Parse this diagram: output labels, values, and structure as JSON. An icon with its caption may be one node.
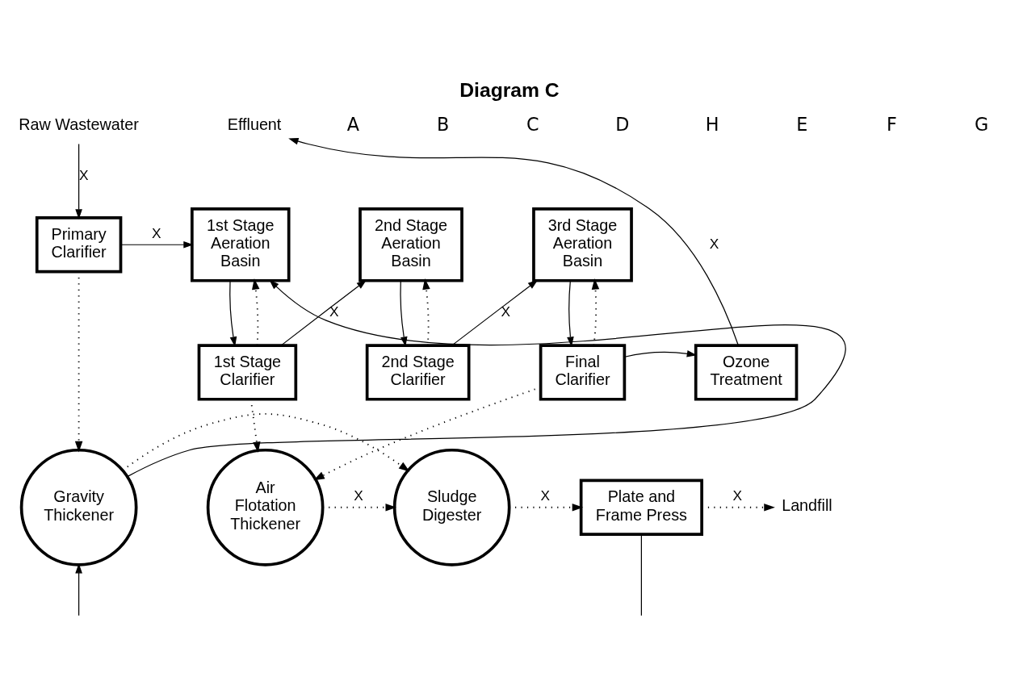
{
  "diagram": {
    "title": "Diagram C",
    "nodes": [
      {
        "text": [
          "Raw Wastewater"
        ]
      },
      {
        "text": [
          "Primary Clarifier"
        ]
      },
      {
        "text": [
          "1st Stage Aeration Basin"
        ]
      },
      {
        "text": [
          "2nd Stage Aeration Basin"
        ]
      },
      {
        "text": [
          "3rd Stage Aeration Basin"
        ]
      },
      {
        "text": [
          "Effluent"
        ]
      },
      {
        "text": [
          "1st Stage Clarifier"
        ]
      },
      {
        "text": [
          "2nd Stage Clarifier"
        ]
      },
      {
        "text": [
          "Final Clarifier"
        ]
      },
      {
        "text": [
          "Ozone Treatment"
        ]
      },
      {
        "text": [
          "Gravity Thickener"
        ]
      },
      {
        "text": [
          "Air Flotation Thickener"
        ]
      },
      {
        "text": [
          "Sludge Digester"
        ]
      },
      {
        "text": [
          "Plate and Frame Press"
        ]
      },
      {
        "text": [
          "Landfill"
        ]
      }
    ],
    "edges": [
      {
        "from": 0,
        "to": 1,
        "arrow": "to",
        "label": "X"
      },
      {
        "from": 1,
        "to": 2,
        "arrow": "to",
        "label": "X"
      },
      {
        "from": 10,
        "to": 2,
        "arrow": "to"
      },
      {
        "from": 6,
        "to": 2,
        "arrow": "to",
        "style": "dashed"
      },
      {
        "from": 2,
        "to": 6,
        "arrow": "to"
      },
      {
        "from": 6,
        "to": 3,
        "arrow": "to",
        "label": "X"
      },
      {
        "from": 7,
        "to": 3,
        "arrow": "to",
        "style": "dashed"
      },
      {
        "from": 3,
        "to": 7,
        "arrow": "to"
      },
      {
        "from": 7,
        "to": 4,
        "arrow": "to",
        "label": "X"
      },
      {
        "from": 8,
        "to": 4,
        "arrow": "to",
        "style": "dashed"
      },
      {
        "from": 4,
        "to": 8,
        "arrow": "to"
      },
      {
        "from": 8,
        "to": 9,
        "arrow": "to"
      },
      {
        "from": 9,
        "to": 5,
        "arrow": "to",
        "label": "X"
      },
      {
        "from": 1,
        "to": 10,
        "arrow": "to",
        "style": "dashed"
      },
      {
        "from": 6,
        "to": 11,
        "arrow": "to",
        "style": "dashed"
      },
      {
        "from": 8,
        "to": 11,
        "arrow": "to",
        "style": "dashed"
      },
      {
        "from": 11,
        "to": 12,
        "arrow": "to",
        "style": "dashed",
        "label": "X"
      },
      {
        "from": 12,
        "to": 13,
        "arrow": "to",
        "style": "dashed",
        "label": "X"
      },
      {
        "from": 13,
        "to": 14,
        "arrow": "to",
        "style": "dashed",
        "label": "X"
      },
      {
        "from": 10,
        "to": 12,
        "arrow": "to",
        "style": "dashed"
      },
      {
        "from": null,
        "to": 10,
        "arrow": "to"
      },
      {
        "from": 13,
        "to": null,
        "arrow": "none"
      }
    ],
    "labels": [
      "A",
      "B",
      "C",
      "D",
      "H",
      "E",
      "F",
      "G"
    ]
  }
}
